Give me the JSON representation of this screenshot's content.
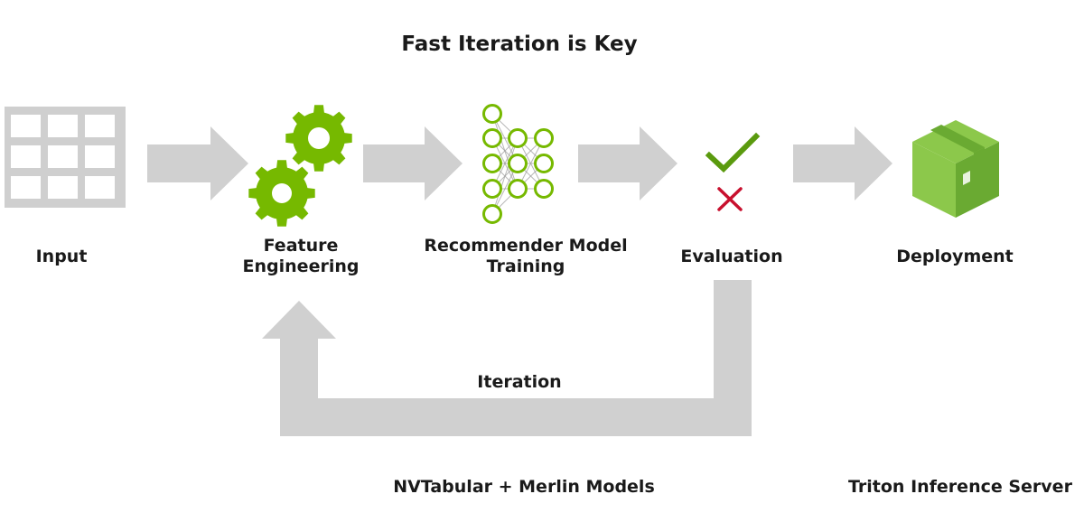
{
  "title": "Fast Iteration is Key",
  "stages": [
    {
      "label_lines": [
        "Input"
      ],
      "icon": "table-grid-icon"
    },
    {
      "label_lines": [
        "Feature",
        "Engineering"
      ],
      "icon": "gears-icon"
    },
    {
      "label_lines": [
        "Recommender Model",
        "Training"
      ],
      "icon": "neural-network-icon"
    },
    {
      "label_lines": [
        "Evaluation"
      ],
      "icon": "check-cross-icon"
    },
    {
      "label_lines": [
        "Deployment"
      ],
      "icon": "package-box-icon"
    }
  ],
  "loop_label": "Iteration",
  "tools": [
    "NVTabular + Merlin Models",
    "Triton Inference Server"
  ],
  "colors": {
    "arrow": "#d0d0d0",
    "grid": "#cfcfcf",
    "accent": "#76b900",
    "check": "#5a9a0e",
    "cross": "#c8102e",
    "box": "#8cc84b",
    "box_dark": "#6aaa32",
    "text": "#1a1a1a"
  }
}
